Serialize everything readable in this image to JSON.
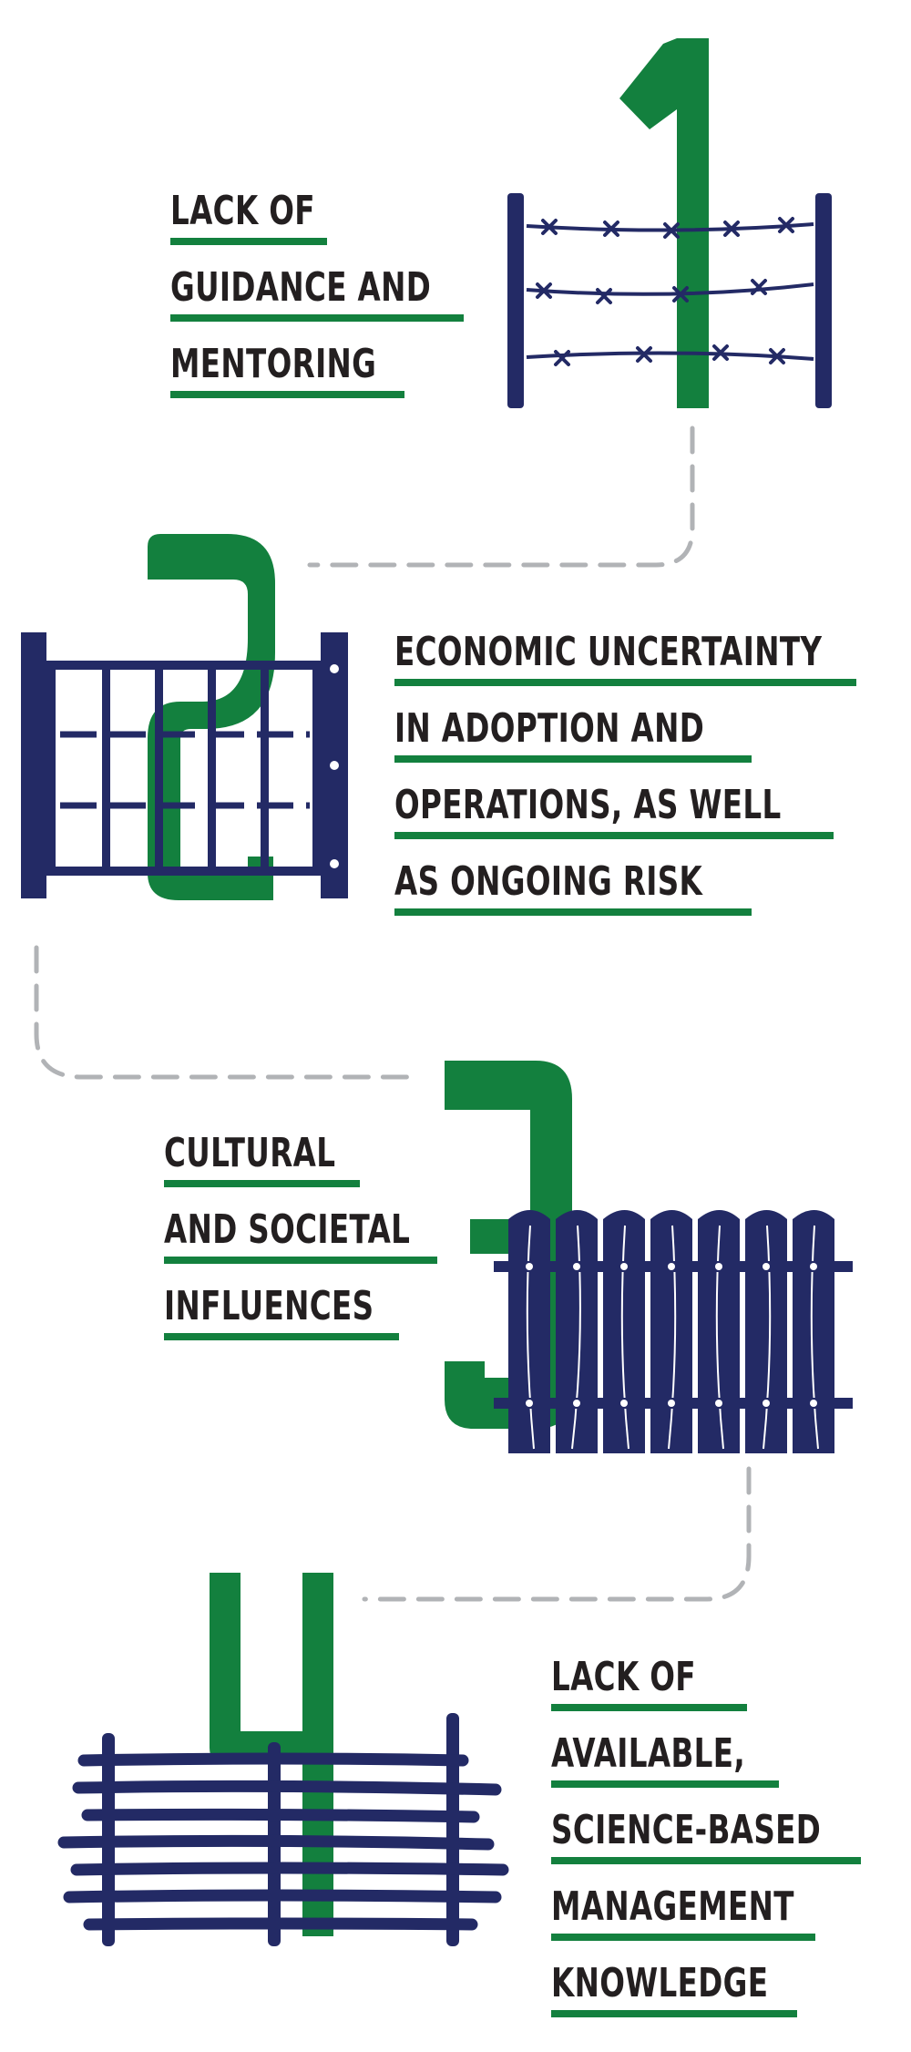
{
  "colors": {
    "green": "#13803e",
    "navy": "#232a65",
    "dash": "#b1b3b6",
    "text": "#231f20"
  },
  "barriers": [
    {
      "number": "1",
      "icon": "barbed-wire-fence-icon",
      "lines": [
        "LACK OF",
        "GUIDANCE AND",
        "MENTORING"
      ]
    },
    {
      "number": "2",
      "icon": "gate-fence-icon",
      "lines": [
        "ECONOMIC UNCERTAINTY",
        "IN ADOPTION AND",
        "OPERATIONS, AS WELL",
        "AS ONGOING RISK"
      ]
    },
    {
      "number": "3",
      "icon": "picket-fence-icon",
      "lines": [
        "CULTURAL",
        "AND SOCIETAL",
        "INFLUENCES"
      ]
    },
    {
      "number": "4",
      "icon": "woven-fence-icon",
      "lines": [
        "LACK OF",
        "AVAILABLE,",
        "SCIENCE-BASED",
        "MANAGEMENT",
        "KNOWLEDGE"
      ]
    }
  ]
}
